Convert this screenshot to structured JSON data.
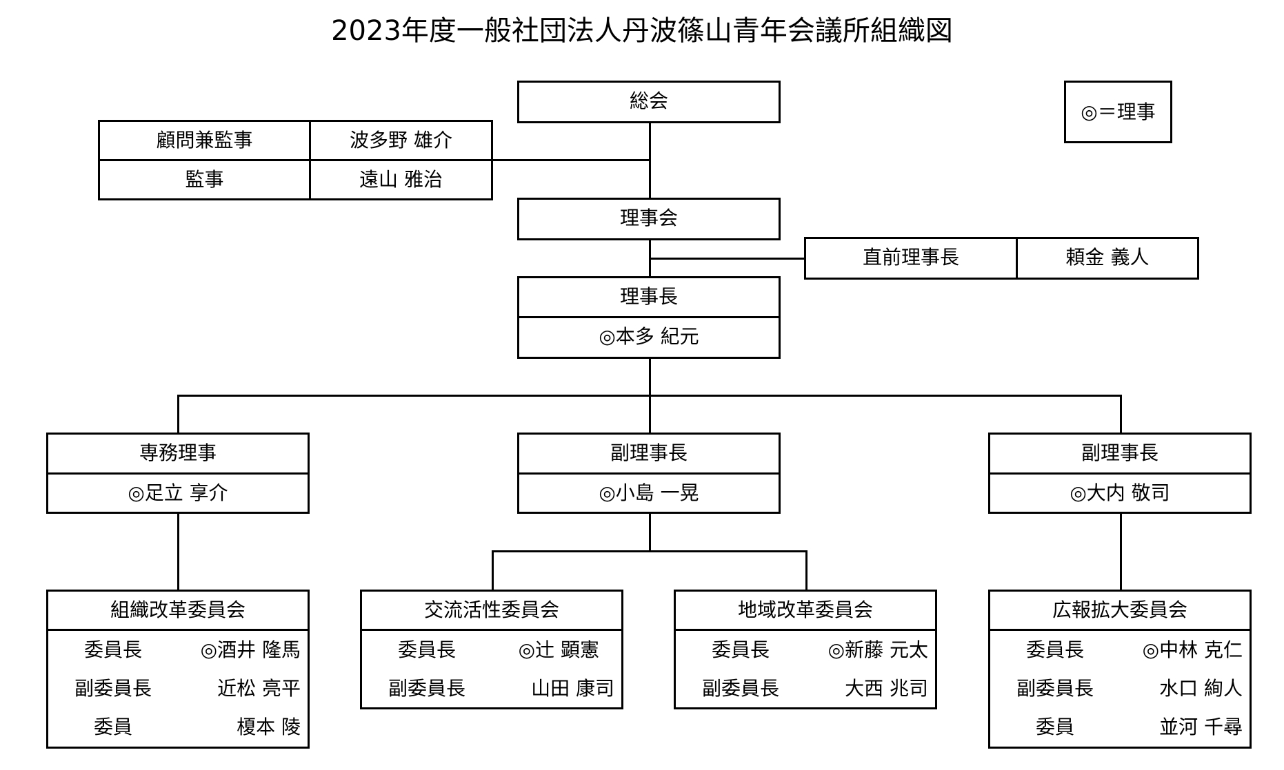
{
  "title": "2023年度一般社団法人丹波篠山青年会議所組織図",
  "legend": "◎＝理事",
  "general_assembly": "総会",
  "advisors": [
    {
      "role": "顧問兼監事",
      "name": "波多野 雄介"
    },
    {
      "role": "監事",
      "name": "遠山 雅治"
    }
  ],
  "board": "理事会",
  "past_president": {
    "role": "直前理事長",
    "name": "頼金 義人"
  },
  "president": {
    "role": "理事長",
    "name": "◎本多 紀元"
  },
  "officers": [
    {
      "role": "専務理事",
      "name": "◎足立 享介"
    },
    {
      "role": "副理事長",
      "name": "◎小島 一晃"
    },
    {
      "role": "副理事長",
      "name": "◎大内 敬司"
    }
  ],
  "committees": [
    {
      "name": "組織改革委員会",
      "members": [
        {
          "role": "委員長",
          "name": "◎酒井 隆馬"
        },
        {
          "role": "副委員長",
          "name": "近松 亮平"
        },
        {
          "role": "委員",
          "name": "榎本 陵"
        }
      ]
    },
    {
      "name": "交流活性委員会",
      "members": [
        {
          "role": "委員長",
          "name": "◎辻 顕憲"
        },
        {
          "role": "副委員長",
          "name": "山田 康司"
        }
      ]
    },
    {
      "name": "地域改革委員会",
      "members": [
        {
          "role": "委員長",
          "name": "◎新藤 元太"
        },
        {
          "role": "副委員長",
          "name": "大西 兆司"
        }
      ]
    },
    {
      "name": "広報拡大委員会",
      "members": [
        {
          "role": "委員長",
          "name": "◎中林 克仁"
        },
        {
          "role": "副委員長",
          "name": "水口 絢人"
        },
        {
          "role": "委員",
          "name": "並河 千尋"
        }
      ]
    }
  ]
}
